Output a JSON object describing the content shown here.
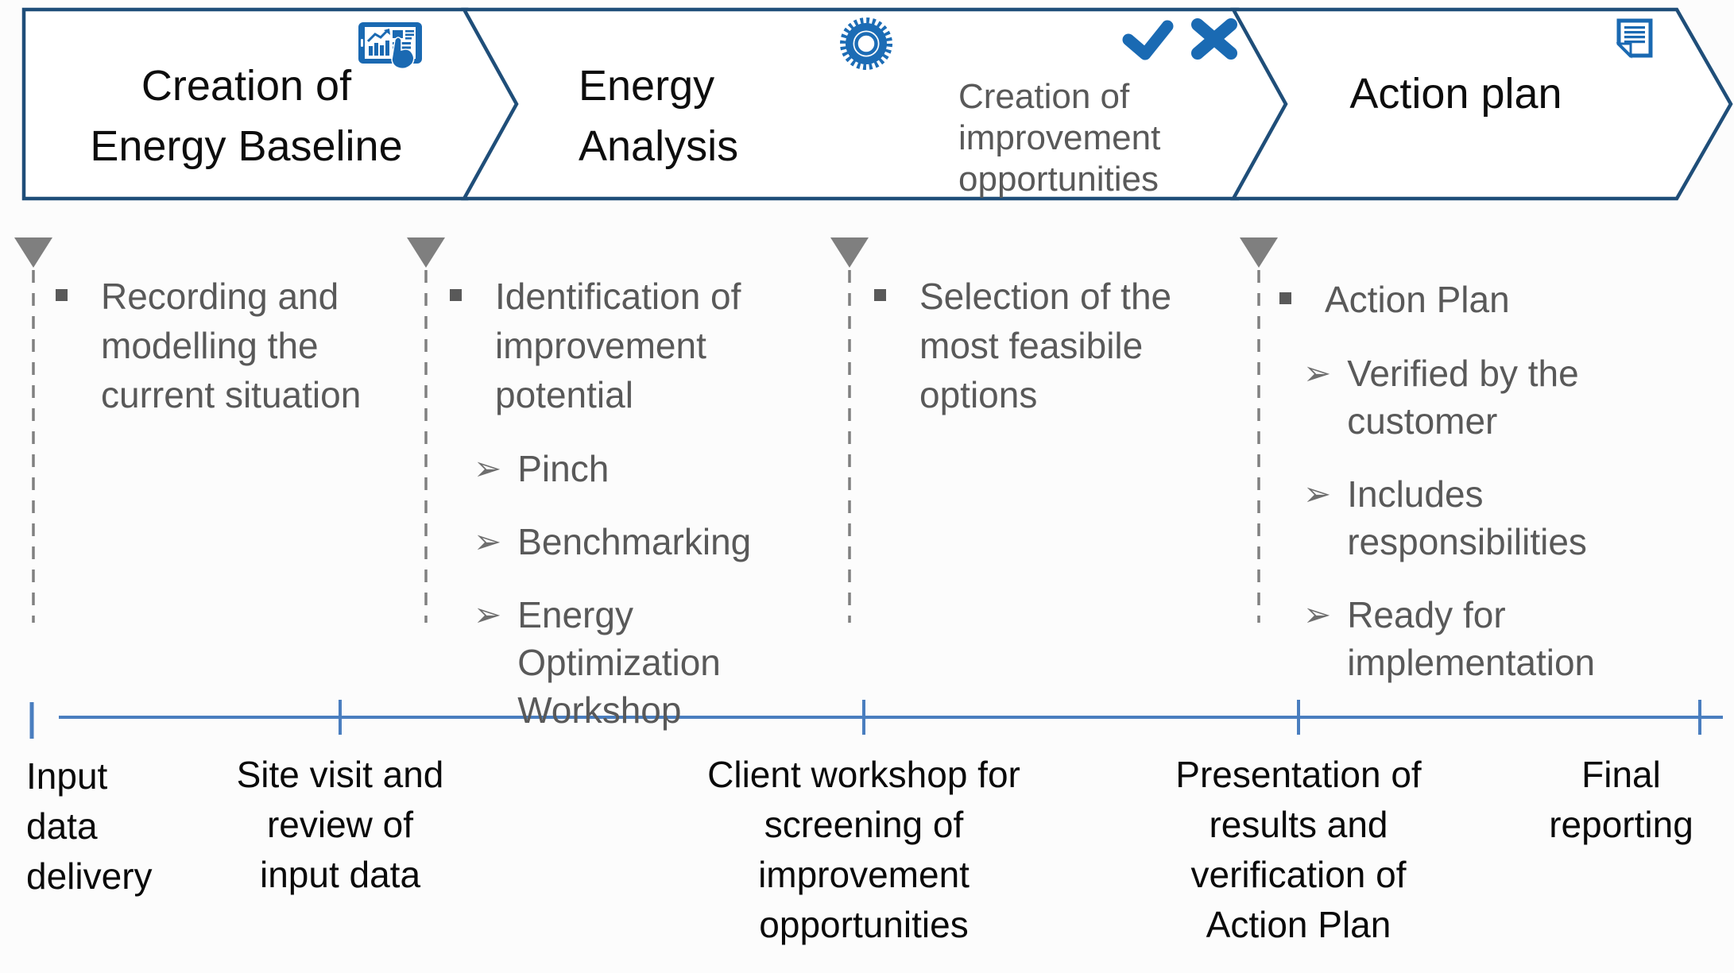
{
  "stages": [
    {
      "title": "Creation of\nEnergy Baseline",
      "icon": "tablet-analytics-icon"
    },
    {
      "title": "Energy\nAnalysis",
      "icon": "gear-icon"
    },
    {
      "title": "Creation of\nimprovement\nopportunities",
      "icons": [
        "check-icon",
        "cross-icon"
      ]
    },
    {
      "title": "Action plan",
      "icon": "document-icon"
    }
  ],
  "activities": [
    {
      "bullet": "Recording and\nmodelling the\ncurrent situation",
      "sub_items": []
    },
    {
      "bullet": "Identification of\nimprovement\npotential",
      "sub_items": [
        "Pinch",
        "Benchmarking",
        "Energy Optimization\nWorkshop"
      ]
    },
    {
      "bullet": "Selection of the\nmost feasibile\noptions",
      "sub_items": []
    },
    {
      "bullet": "Action Plan",
      "sub_items": [
        "Verified by the\ncustomer",
        "Includes\nresponsibilities",
        "Ready for\nimplementation"
      ]
    }
  ],
  "timeline": {
    "milestones": [
      "Input\ndata\ndelivery",
      "Site visit and\nreview of\ninput data",
      "Client workshop for\nscreening of\nimprovement\nopportunities",
      "Presentation of\nresults and\nverification of\nAction Plan",
      "Final\nreporting"
    ]
  },
  "colors": {
    "icon_blue": "#1a69b2",
    "outline_navy": "#1f4e79",
    "timeline_blue": "#4a7ebf",
    "text_gray": "#595959",
    "marker_gray": "#7f7f7f",
    "title_black": "#0d0d0d"
  }
}
